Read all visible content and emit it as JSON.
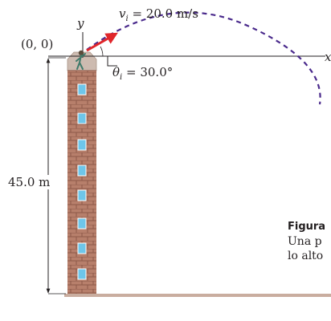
{
  "labels": {
    "y_axis": "y",
    "x_axis": "x",
    "origin": "(0, 0)",
    "velocity_symbol": "v",
    "velocity_subscript": "i",
    "velocity_value": " = 20.0 m/s",
    "angle_symbol": "θ",
    "angle_subscript": "i",
    "angle_value": " = 30.0°",
    "height": "45.0 m"
  },
  "caption": {
    "title": "Figura",
    "line1": "Una p",
    "line2": "lo alto"
  },
  "colors": {
    "trajectory": "#4a2a8c",
    "velocity_arrow": "#e0262b",
    "brick": "#b77f6b",
    "brick_dark": "#8e5a49",
    "stone_top": "#cdbbb0",
    "window": "#6ec6ea",
    "ground": "#c9ad9f",
    "ink": "#231f20"
  }
}
